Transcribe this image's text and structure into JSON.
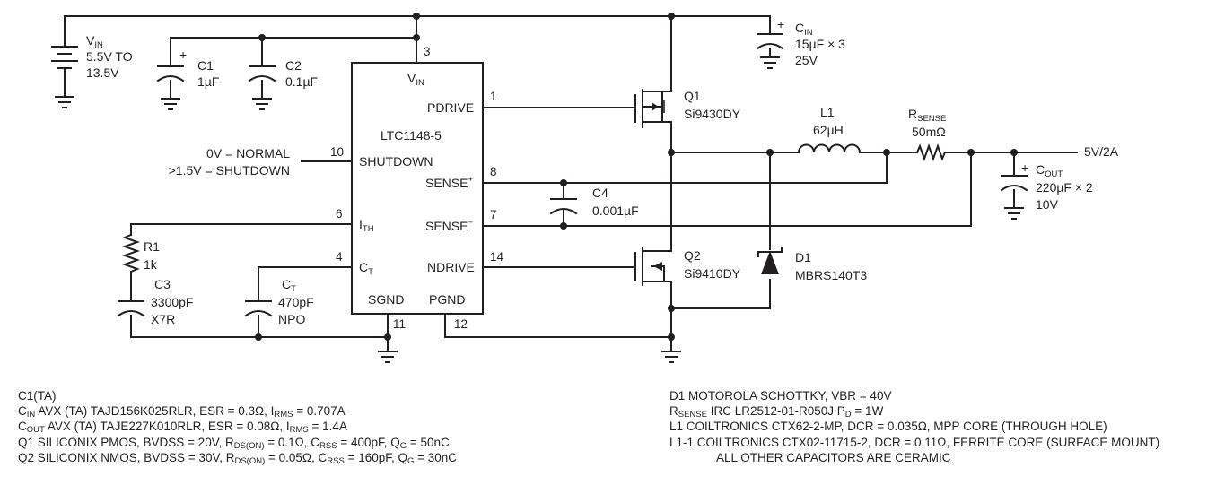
{
  "schematic": {
    "vin": {
      "name": "V",
      "sub": "IN",
      "range_line1": "5.5V TO",
      "range_line2": "13.5V"
    },
    "c1": {
      "name": "C1",
      "value": "1µF",
      "polarity": "+"
    },
    "c2": {
      "name": "C2",
      "value": "0.1µF"
    },
    "cin": {
      "name_main": "C",
      "name_sub": "IN",
      "value_line1": "15µF × 3",
      "value_line2": "25V",
      "polarity": "+"
    },
    "ic": {
      "part": "LTC1148-5",
      "pins": {
        "vin": {
          "num": "3",
          "label": "V",
          "sub": "IN"
        },
        "pdrive": {
          "num": "1",
          "label": "PDRIVE"
        },
        "shutdown": {
          "num": "10",
          "label": "SHUTDOWN"
        },
        "sense_plus": {
          "num": "8",
          "label": "SENSE",
          "sup": "+"
        },
        "ith": {
          "num": "6",
          "label": "I",
          "sub": "TH"
        },
        "sense_minus": {
          "num": "7",
          "label": "SENSE",
          "sup": "−"
        },
        "ct": {
          "num": "4",
          "label": "C",
          "sub": "T"
        },
        "ndrive": {
          "num": "14",
          "label": "NDRIVE"
        },
        "sgnd": {
          "num": "11",
          "label": "SGND"
        },
        "pgnd": {
          "num": "12",
          "label": "PGND"
        }
      }
    },
    "shutdown_note": {
      "line1": "0V = NORMAL",
      "line2": ">1.5V = SHUTDOWN"
    },
    "q1": {
      "name": "Q1",
      "part": "Si9430DY"
    },
    "q2": {
      "name": "Q2",
      "part": "Si9410DY"
    },
    "l1": {
      "name": "L1",
      "value": "62µH"
    },
    "rsense": {
      "name_main": "R",
      "name_sub": "SENSE",
      "value": "50mΩ"
    },
    "output": {
      "label": "5V/2A"
    },
    "cout": {
      "name_main": "C",
      "name_sub": "OUT",
      "value_line1": "220µF × 2",
      "value_line2": "10V",
      "polarity": "+"
    },
    "c4": {
      "name": "C4",
      "value": "0.001µF"
    },
    "d1": {
      "name": "D1",
      "part": "MBRS140T3"
    },
    "r1": {
      "name": "R1",
      "value": "1k"
    },
    "c3": {
      "name": "C3",
      "value_line1": "3300pF",
      "value_line2": "X7R"
    },
    "ct": {
      "name_main": "C",
      "name_sub": "T",
      "value_line1": "470pF",
      "value_line2": "NPO"
    }
  },
  "notes_left": {
    "l0": "C1(TA)",
    "l1": {
      "a": "C",
      "a_sub": "IN",
      "b": " AVX (TA) TAJD156K025RLR, ESR = 0.3Ω, I",
      "b_sub": "RMS",
      "c": " = 0.707A"
    },
    "l2": {
      "a": "C",
      "a_sub": "OUT",
      "b": " AVX (TA) TAJE227K010RLR, ESR = 0.08Ω, I",
      "b_sub": "RMS",
      "c": " = 1.4A"
    },
    "l3": {
      "a": "Q1 SILICONIX PMOS, BVDSS = 20V, R",
      "a_sub": "DS(ON)",
      "b": " = 0.1Ω, C",
      "b_sub": "RSS",
      "c": " = 400pF, Q",
      "c_sub": "G",
      "d": " = 50nC"
    },
    "l4": {
      "a": "Q2 SILICONIX NMOS, BVDSS = 30V, R",
      "a_sub": "DS(ON)",
      "b": " = 0.05Ω, C",
      "b_sub": "RSS",
      "c": " = 160pF, Q",
      "c_sub": "G",
      "d": " = 30nC"
    }
  },
  "notes_right": {
    "l0": "D1 MOTOROLA SCHOTTKY, VBR = 40V",
    "l1": {
      "a": "R",
      "a_sub": "SENSE",
      "b": " IRC LR2512-01-R050J P",
      "b_sub": "D",
      "c": " = 1W"
    },
    "l2": "L1 COILTRONICS CTX62-2-MP, DCR = 0.035Ω, MPP CORE (THROUGH HOLE)",
    "l3": "L1-1 COILTRONICS CTX02-11715-2, DCR = 0.11Ω, FERRITE CORE (SURFACE MOUNT)",
    "l4": "ALL OTHER CAPACITORS ARE CERAMIC"
  }
}
